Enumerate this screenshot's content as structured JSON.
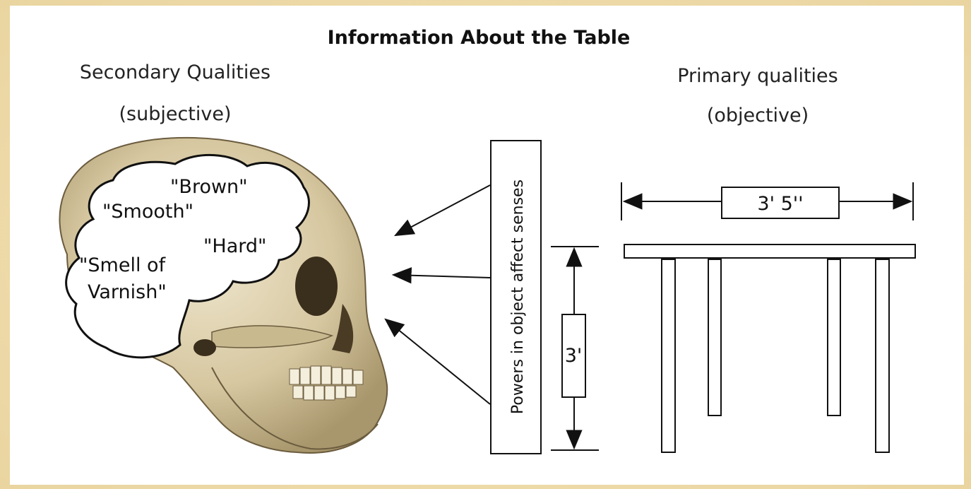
{
  "title": "Information About the Table",
  "secondary": {
    "heading": "Secondary Qualities",
    "subheading": "(subjective)",
    "thought_labels": [
      "\"Brown\"",
      "\"Smooth\"",
      "\"Hard\"",
      "\"Smell of",
      "Varnish\""
    ]
  },
  "primary": {
    "heading": "Primary qualities",
    "subheading": "(objective)",
    "width_label": "3' 5''",
    "height_label": "3'"
  },
  "powers_label": "Powers in object affect senses",
  "colors": {
    "background": "#ecd9a8",
    "bone": "#dccfae",
    "bone_shadow": "#8a7a5a",
    "line": "#111111"
  }
}
